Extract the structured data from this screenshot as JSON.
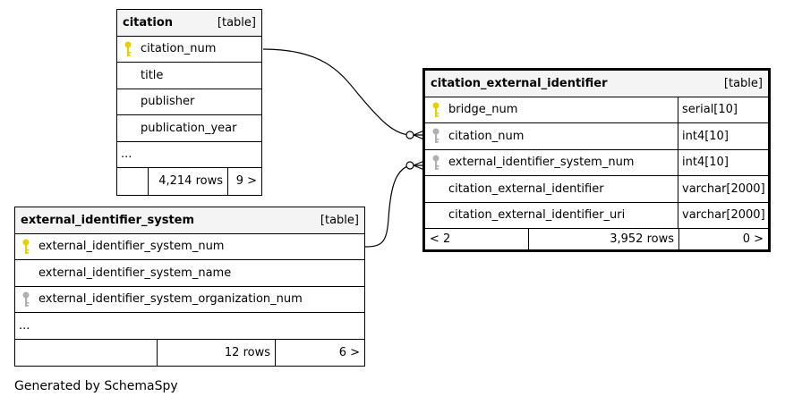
{
  "diagram": {
    "tables": {
      "citation": {
        "name": "citation",
        "tag": "[table]",
        "columns": [
          "citation_num",
          "title",
          "publisher",
          "publication_year"
        ],
        "more": "...",
        "footer": {
          "rows": "4,214 rows",
          "children": "9 >"
        }
      },
      "citation_external_identifier": {
        "name": "citation_external_identifier",
        "tag": "[table]",
        "columns": [
          {
            "name": "bridge_num",
            "type": "serial[10]"
          },
          {
            "name": "citation_num",
            "type": "int4[10]"
          },
          {
            "name": "external_identifier_system_num",
            "type": "int4[10]"
          },
          {
            "name": "citation_external_identifier",
            "type": "varchar[2000]"
          },
          {
            "name": "citation_external_identifier_uri",
            "type": "varchar[2000]"
          }
        ],
        "footer": {
          "parents": "< 2",
          "rows": "3,952 rows",
          "children": "0 >"
        }
      },
      "external_identifier_system": {
        "name": "external_identifier_system",
        "tag": "[table]",
        "columns": [
          "external_identifier_system_num",
          "external_identifier_system_name",
          "external_identifier_system_organization_num"
        ],
        "more": "...",
        "footer": {
          "rows": "12 rows",
          "children": "6 >"
        }
      }
    }
  },
  "colors": {
    "primary_key": "#e8d000",
    "foreign_key": "#b0b0b0",
    "header_bg": "#f4f4f4"
  },
  "footer_text": "Generated by SchemaSpy"
}
